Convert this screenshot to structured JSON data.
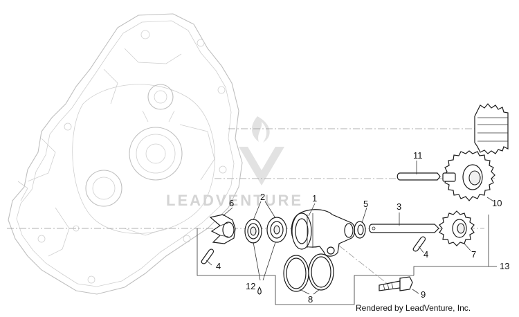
{
  "watermark": "LEADVENTURE",
  "credit": "Rendered by LeadVenture, Inc.",
  "callouts": {
    "c1": "1",
    "c2": "2",
    "c3": "3",
    "c4a": "4",
    "c4b": "4",
    "c5": "5",
    "c6": "6",
    "c7": "7",
    "c8": "8",
    "c9": "9",
    "c10": "10",
    "c11": "11",
    "c12": "12",
    "c13": "13"
  }
}
